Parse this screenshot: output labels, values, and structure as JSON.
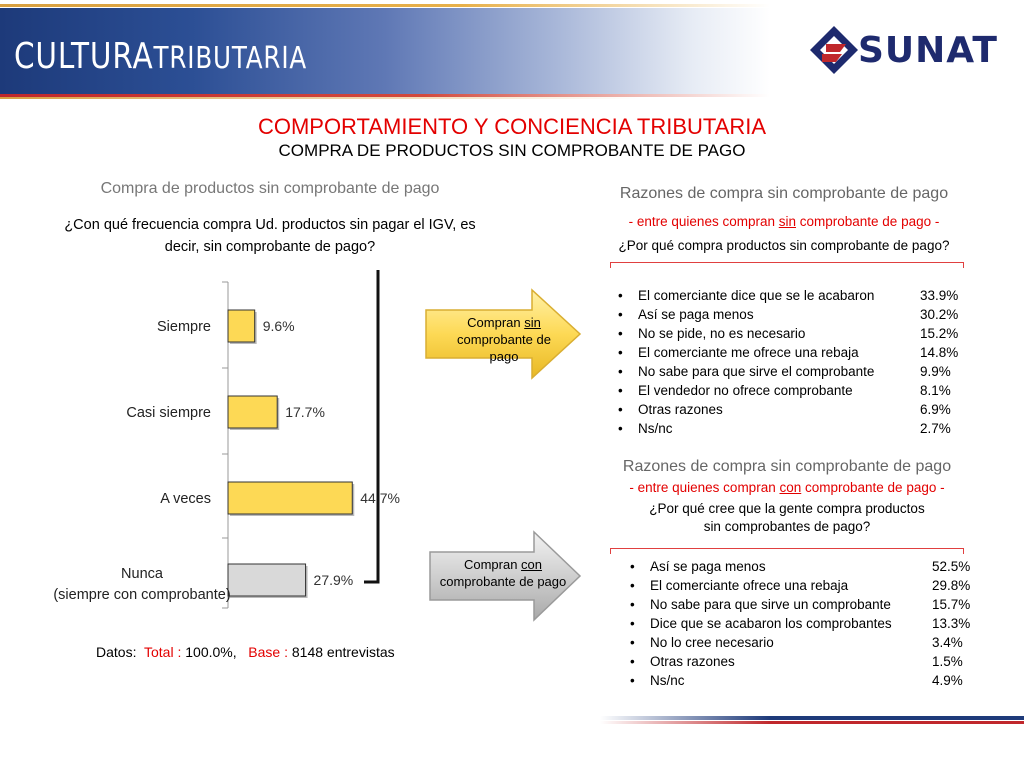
{
  "header": {
    "brand_part1": "CULTURA",
    "brand_part2": "TRIBUTARIA",
    "logo_text": "SUNAT"
  },
  "titles": {
    "main": "COMPORTAMIENTO Y CONCIENCIA TRIBUTARIA",
    "sub": "COMPRA DE PRODUCTOS SIN COMPROBANTE DE PAGO"
  },
  "left": {
    "heading": "Compra de productos sin comprobante de pago",
    "question": "¿Con qué frecuencia compra Ud. productos sin pagar el IGV, es decir, sin comprobante de pago?"
  },
  "chart_data": {
    "type": "bar",
    "orientation": "horizontal",
    "categories": [
      "Siempre",
      "Casi siempre",
      "A veces",
      "Nunca (siempre con comprobante)"
    ],
    "values": [
      9.6,
      17.7,
      44.7,
      27.9
    ],
    "value_labels": [
      "9.6%",
      "17.7%",
      "44.7%",
      "27.9%"
    ],
    "xlim": [
      0,
      100
    ],
    "colors": [
      "#fdd955",
      "#fdd955",
      "#fdd955",
      "#d9d9d9"
    ]
  },
  "datos": {
    "prefix": "Datos:",
    "total_label": "Total :",
    "total_value": "100.0%,",
    "base_label": "Base :",
    "base_value": "8148 entrevistas"
  },
  "arrow_sin": {
    "line1_a": "Compran ",
    "line1_b": "sin",
    "line2": "comprobante de",
    "line3": "pago"
  },
  "arrow_con": {
    "line1_a": "Compran ",
    "line1_b": "con",
    "line2": "comprobante de pago"
  },
  "panel_sin": {
    "heading": "Razones de compra sin comprobante de pago",
    "sub_a": "- entre quienes compran ",
    "sub_b": "sin",
    "sub_c": " comprobante de pago -",
    "question": "¿Por qué compra productos sin comprobante de pago?",
    "reasons": [
      {
        "label": "El comerciante dice que se le acabaron",
        "pct": "33.9%"
      },
      {
        "label": "Así se paga menos",
        "pct": "30.2%"
      },
      {
        "label": "No se pide, no es necesario",
        "pct": "15.2%"
      },
      {
        "label": "El comerciante me ofrece una rebaja",
        "pct": "14.8%"
      },
      {
        "label": "No sabe para que sirve el comprobante",
        "pct": "9.9%"
      },
      {
        "label": "El vendedor no ofrece comprobante",
        "pct": "8.1%"
      },
      {
        "label": "Otras razones",
        "pct": "6.9%"
      },
      {
        "label": "Ns/nc",
        "pct": "2.7%"
      }
    ]
  },
  "panel_con": {
    "heading": "Razones de compra sin comprobante de pago",
    "sub_a": "- entre quienes compran ",
    "sub_b": "con",
    "sub_c": " comprobante de pago -",
    "question_line1": "¿Por qué cree que la gente compra productos",
    "question_line2": "sin comprobantes de pago?",
    "reasons": [
      {
        "label": "Así se paga menos",
        "pct": "52.5%"
      },
      {
        "label": "El comerciante ofrece una rebaja",
        "pct": "29.8%"
      },
      {
        "label": "No sabe para que sirve un comprobante",
        "pct": "15.7%"
      },
      {
        "label": "Dice que se acabaron los comprobantes",
        "pct": "13.3%"
      },
      {
        "label": "No lo cree necesario",
        "pct": "3.4%"
      },
      {
        "label": "Otras razones",
        "pct": "1.5%"
      },
      {
        "label": "Ns/nc",
        "pct": "4.9%"
      }
    ]
  },
  "bullet_char": "•"
}
